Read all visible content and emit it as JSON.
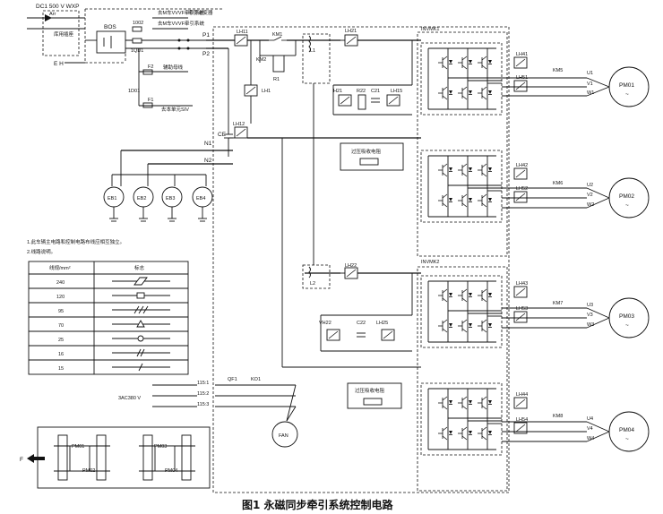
{
  "supply": {
    "dc_label": "DC1 500 V  WXP",
    "arr_label": "Arr",
    "depot_socket": "库用插座",
    "earth_label": "E H",
    "bos": "BOS",
    "fuse_top": "1002",
    "fuse_1qd1": "1QD1",
    "fuse_f2": "F2",
    "fuse_f1": "F1",
    "id01": "1D01",
    "p1": "P1",
    "p2": "P2",
    "n1": "N1",
    "n2": "N2",
    "ce": "CE",
    "go_sys1": "去M车VVVF牵引系统",
    "traction_inv": "牵引逆变器",
    "go_sys2": "去M车VVVF牵引系统",
    "aux_bus": "辅助母线",
    "go_siv": "去本单元SIV"
  },
  "traction": {
    "lh11": "LH11",
    "km1": "KM1",
    "km2": "KM2",
    "r1": "R1",
    "lh1": "LH1",
    "lh12": "LH12",
    "l1": "L1",
    "l2": "L2",
    "lh21": "LH21",
    "lh22": "LH22",
    "h21": "H21",
    "r22": "R22",
    "c21": "C21",
    "lh15": "LH15",
    "vh22": "VH22",
    "c22": "C22",
    "lh25": "LH25",
    "overvolt1": "过压吸收电阻",
    "overvolt2": "过压吸收电阻",
    "invmk1": "INVMK1",
    "invmk2": "INVMK2"
  },
  "motors": [
    {
      "name": "PM01",
      "km": "KM5",
      "lh_a": "LH41",
      "lh_b": "LH51",
      "ph": [
        "U1",
        "V1",
        "W1"
      ]
    },
    {
      "name": "PM02",
      "km": "KM6",
      "lh_a": "LH42",
      "lh_b": "LH52",
      "ph": [
        "U2",
        "V2",
        "W2"
      ]
    },
    {
      "name": "PM03",
      "km": "KM7",
      "lh_a": "LH43",
      "lh_b": "LH53",
      "ph": [
        "U3",
        "V3",
        "W3"
      ]
    },
    {
      "name": "PM04",
      "km": "KM8",
      "lh_a": "LH44",
      "lh_b": "LH54",
      "ph": [
        "U4",
        "V4",
        "W4"
      ]
    }
  ],
  "motor_symbol": "~",
  "brakes": [
    "EB1",
    "EB2",
    "EB3",
    "EB4"
  ],
  "notes": {
    "line1": "1.此车辆主电路和控制电路布线应相互独立。",
    "line2": "2.线路说明。"
  },
  "wire_table": {
    "headers": [
      "线规/mm²",
      "标志"
    ],
    "rows": [
      "240",
      "120",
      "95",
      "70",
      "25",
      "16",
      "15"
    ]
  },
  "fan": {
    "supply": "3AC380 V",
    "lines": [
      "115:1",
      "115:2",
      "115:3"
    ],
    "qf1": "QF1",
    "ko1": "KO1",
    "label": "FAN"
  },
  "bogie": {
    "direction": "F",
    "motors": [
      "PM01",
      "PM02",
      "PM03",
      "PM04"
    ]
  },
  "caption": "图1   永磁同步牵引系统控制电路"
}
